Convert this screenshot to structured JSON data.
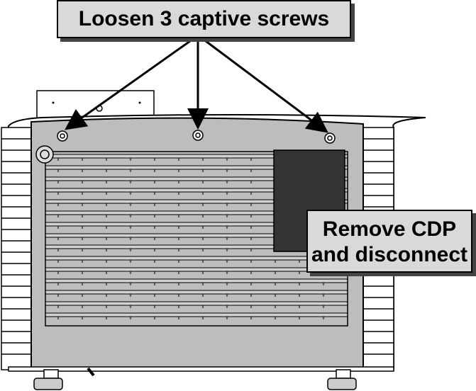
{
  "callouts": {
    "loosen_screws": "Loosen 3 captive screws",
    "remove_cdp_line1": "Remove CDP",
    "remove_cdp_line2": "and disconnect"
  },
  "colors": {
    "housing_fill": "#bdbdbd",
    "panel_fill": "#a9a9a9",
    "cdp_fill": "#333333",
    "callout_fill": "#d9d9d9",
    "outline": "#000000"
  }
}
